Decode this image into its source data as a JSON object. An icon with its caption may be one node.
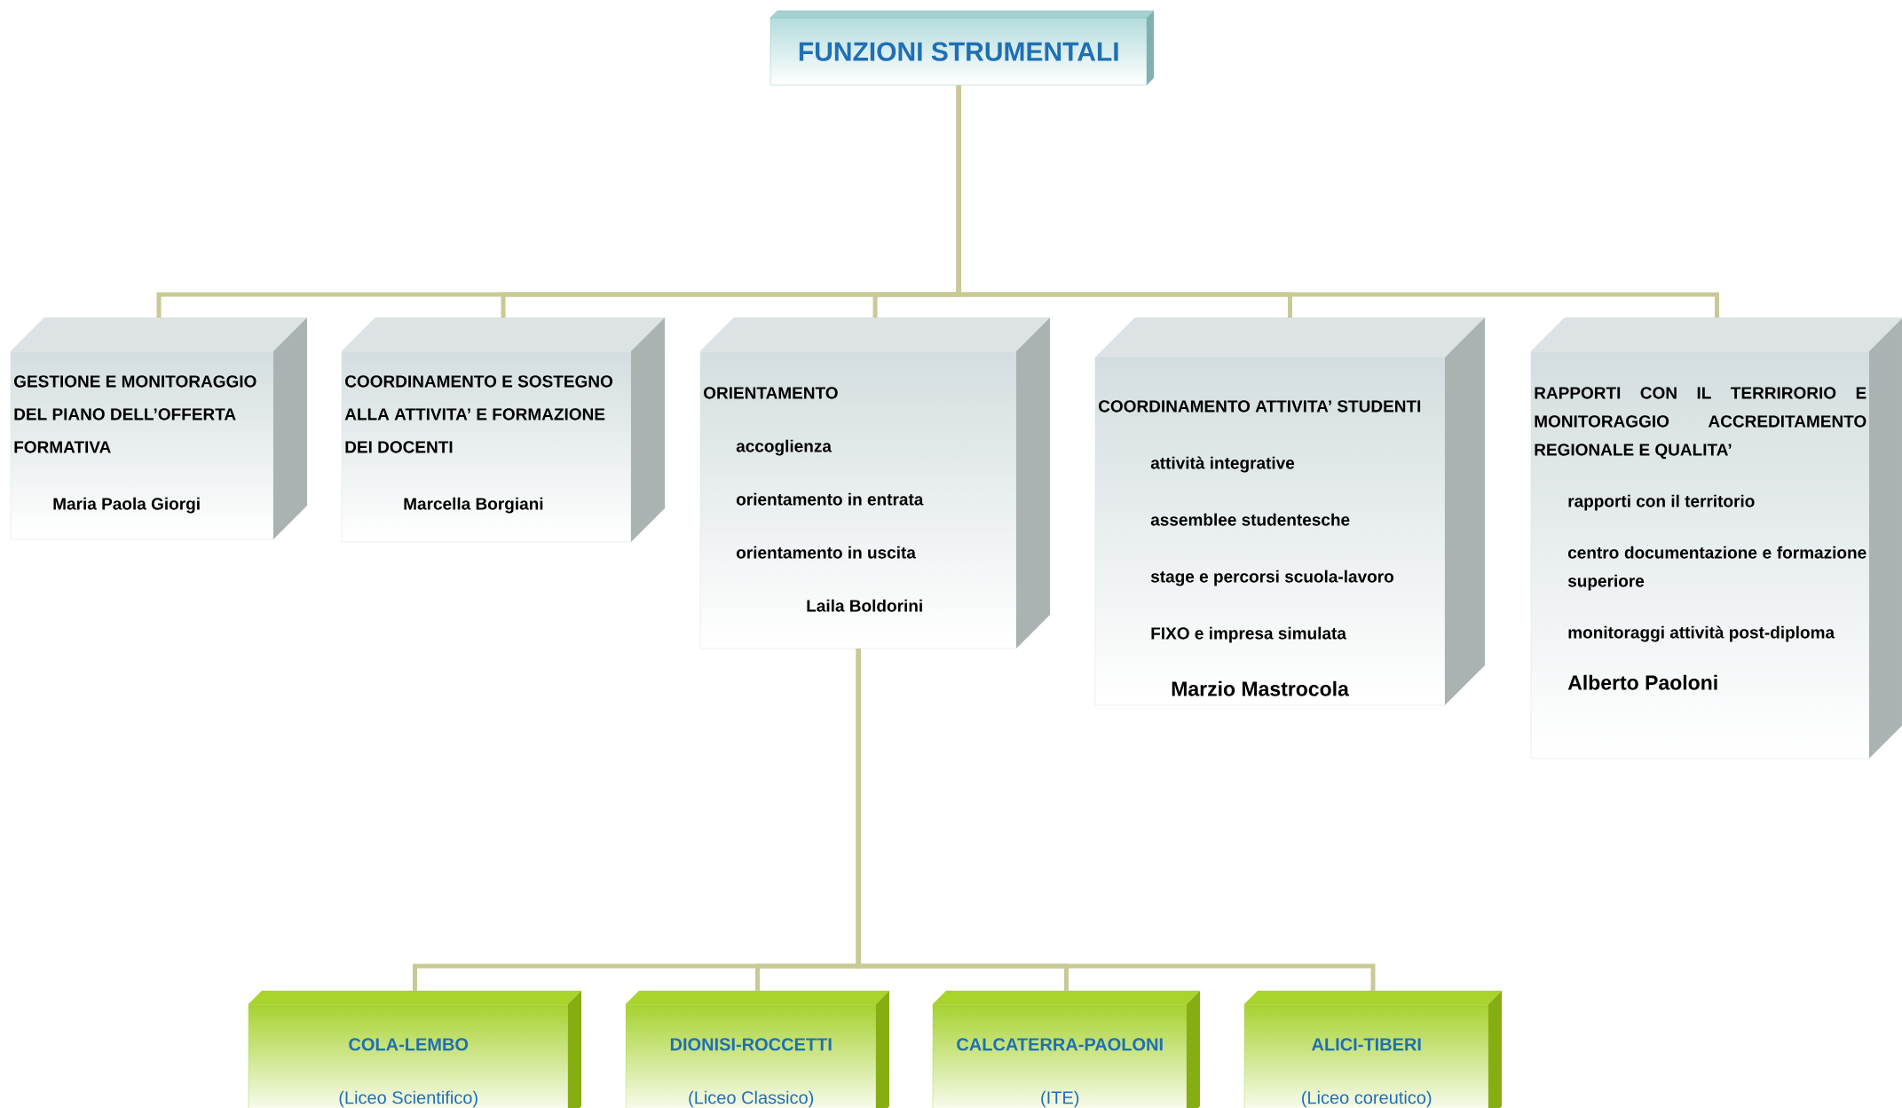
{
  "diagram": {
    "nodes": [
      {
        "text": [
          "FUNZIONI STRUMENTALI"
        ]
      },
      {
        "text": [
          "GESTIONE E MONITORAGGIO DEL PIANO DELL’OFFERTA FORMATIVA",
          "Maria Paola Giorgi"
        ]
      },
      {
        "text": [
          "COORDINAMENTO E SOSTEGNO ALLA ATTIVITA’ E FORMAZIONE DEI DOCENTI",
          "Marcella Borgiani"
        ]
      },
      {
        "text": [
          "ORIENTAMENTO",
          "accoglienza",
          "orientamento in entrata",
          "orientamento in uscita",
          "Laila Boldorini"
        ]
      },
      {
        "text": [
          "COORDINAMENTO ATTIVITA’ STUDENTI",
          "attività integrative",
          "assemblee studentesche",
          "stage e percorsi scuola-lavoro",
          "FIXO e impresa simulata",
          "Marzio Mastrocola"
        ]
      },
      {
        "text": [
          "RAPPORTI CON IL TERRIRORIO E MONITORAGGIO ACCREDITAMENTO REGIONALE E QUALITA’",
          "rapporti con il territorio",
          "centro documentazione e formazione superiore",
          "monitoraggi attività post-diploma",
          "Alberto Paoloni"
        ]
      },
      {
        "text": [
          "COLA-LEMBO",
          "(Liceo Scientifico)"
        ]
      },
      {
        "text": [
          "DIONISI-ROCCETTI",
          "(Liceo Classico)"
        ]
      },
      {
        "text": [
          "CALCATERRA-PAOLONI",
          "(ITE)"
        ]
      },
      {
        "text": [
          "ALICI-TIBERI",
          "(Liceo coreutico)"
        ]
      }
    ],
    "edges": [
      {
        "from": 0,
        "to": 1,
        "arrow": "none"
      },
      {
        "from": 0,
        "to": 2,
        "arrow": "none"
      },
      {
        "from": 0,
        "to": 3,
        "arrow": "none"
      },
      {
        "from": 0,
        "to": 4,
        "arrow": "none"
      },
      {
        "from": 0,
        "to": 5,
        "arrow": "none"
      },
      {
        "from": 3,
        "to": 6,
        "arrow": "none"
      },
      {
        "from": 3,
        "to": 7,
        "arrow": "none"
      },
      {
        "from": 3,
        "to": 8,
        "arrow": "none"
      },
      {
        "from": 3,
        "to": 9,
        "arrow": "none"
      }
    ]
  }
}
